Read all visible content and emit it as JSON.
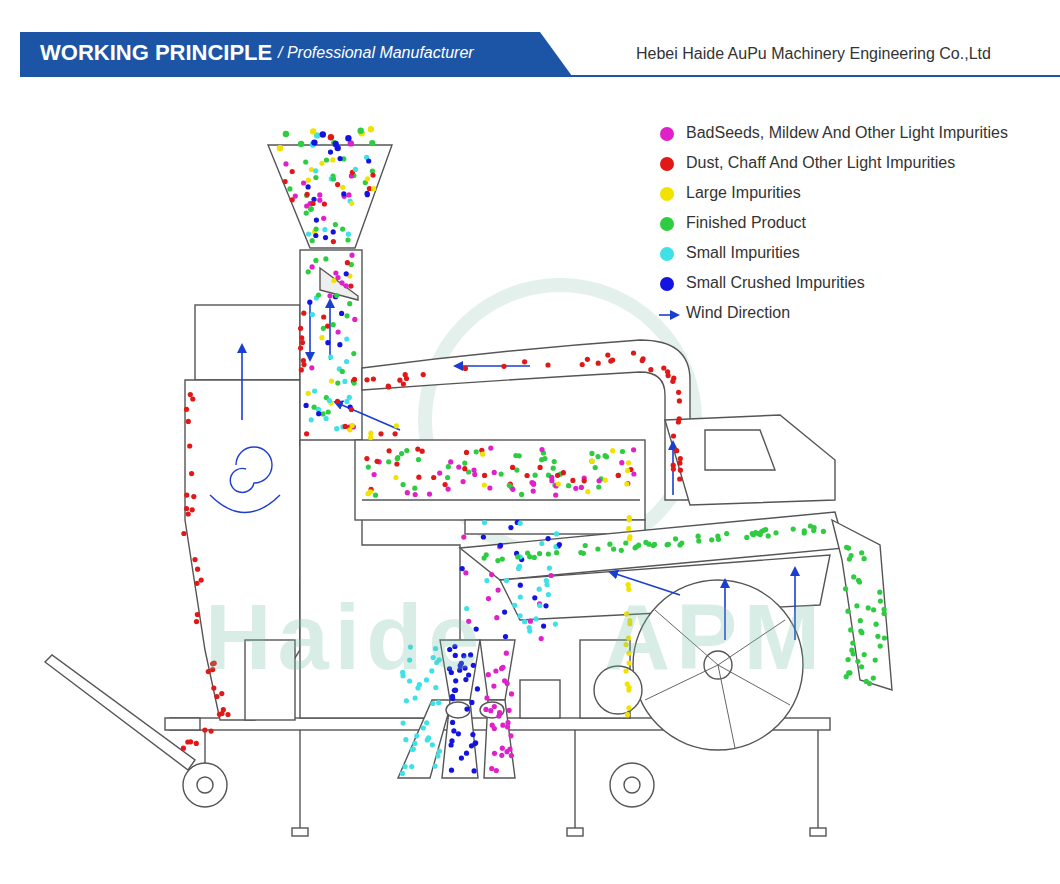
{
  "diagram": {
    "title": "WORKING PRINCIPLE",
    "labels": [
      "/ Professional Manufacturer",
      "Hebei Haide AuPu Machinery Engineering Co.,Ltd",
      "Haide APM"
    ],
    "legend": [
      {
        "text": "BadSeeds, Mildew And Other Light Impurities",
        "color": "#e020c8"
      },
      {
        "text": "Dust, Chaff And Other Light Impurities",
        "color": "#e01818"
      },
      {
        "text": "Large Impurities",
        "color": "#f2e200"
      },
      {
        "text": "Finished Product",
        "color": "#2ecc40"
      },
      {
        "text": "Small Impurities",
        "color": "#3fe0e6"
      },
      {
        "text": "Small Crushed Impurities",
        "color": "#1414e0"
      },
      {
        "text": "Wind Direction"
      }
    ]
  }
}
